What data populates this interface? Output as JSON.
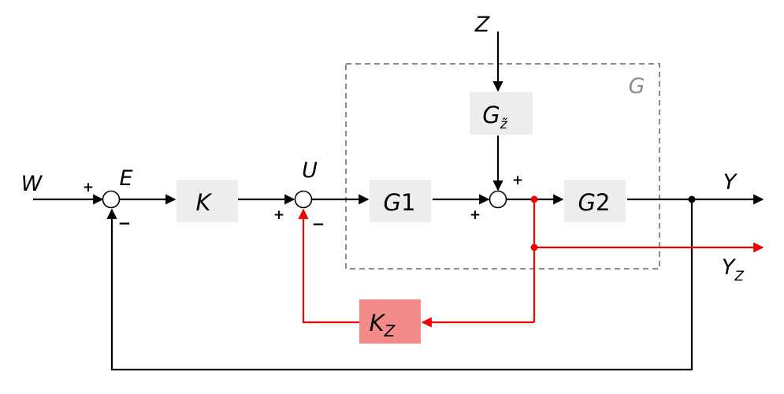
{
  "signals": {
    "W": "W",
    "E": "E",
    "U": "U",
    "Z": "Z",
    "Y": "Y",
    "Yz_main": "Y",
    "Yz_sub": "Z"
  },
  "group_label": "G",
  "blocks": {
    "K": {
      "main": "K",
      "sub": ""
    },
    "G1": {
      "main": "G",
      "sub": "1"
    },
    "G2": {
      "main": "G",
      "sub": "2"
    },
    "Gz": {
      "main": "G",
      "sub": "z̃"
    },
    "Kz": {
      "main": "K",
      "sub": "Z"
    }
  },
  "signs": {
    "sum1_top": "+",
    "sum1_bottom": "−",
    "sum2_left": "+",
    "sum2_bottom": "−",
    "sum3_top": "+",
    "sum3_left": "+"
  },
  "colors": {
    "line": "#000000",
    "zfeedback": "#ee0000",
    "kz_block": "#f48b8b",
    "block": "#ededed",
    "group_box": "#8c8c8c"
  }
}
